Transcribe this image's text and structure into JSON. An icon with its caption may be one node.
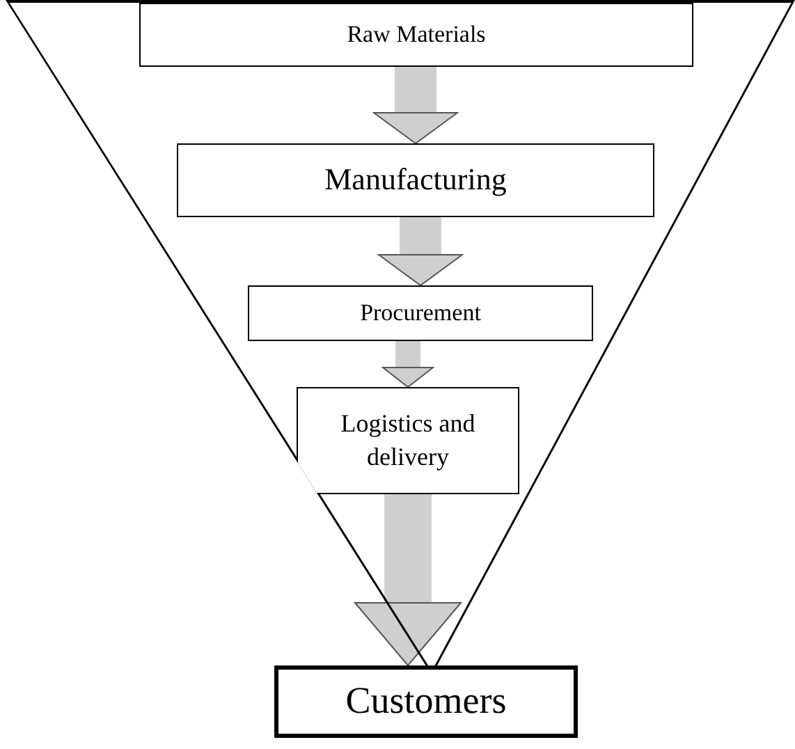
{
  "diagram": {
    "nodes": [
      {
        "text": [],
        "shape": "triangle"
      },
      {
        "text": [
          "Raw Materials"
        ],
        "in": 0
      },
      {
        "text": [
          "Manufacturing"
        ],
        "in": 0
      },
      {
        "text": [
          "Procurement"
        ],
        "in": 0
      },
      {
        "text": [
          "Logistics and delivery"
        ],
        "in": 0
      },
      {
        "text": [
          "Customers"
        ]
      }
    ],
    "edges": [
      {
        "from": 1,
        "to": 2,
        "arrow": "to"
      },
      {
        "from": 2,
        "to": 3,
        "arrow": "to"
      },
      {
        "from": 3,
        "to": 4,
        "arrow": "to"
      },
      {
        "from": 4,
        "to": 5,
        "arrow": "to"
      }
    ]
  }
}
